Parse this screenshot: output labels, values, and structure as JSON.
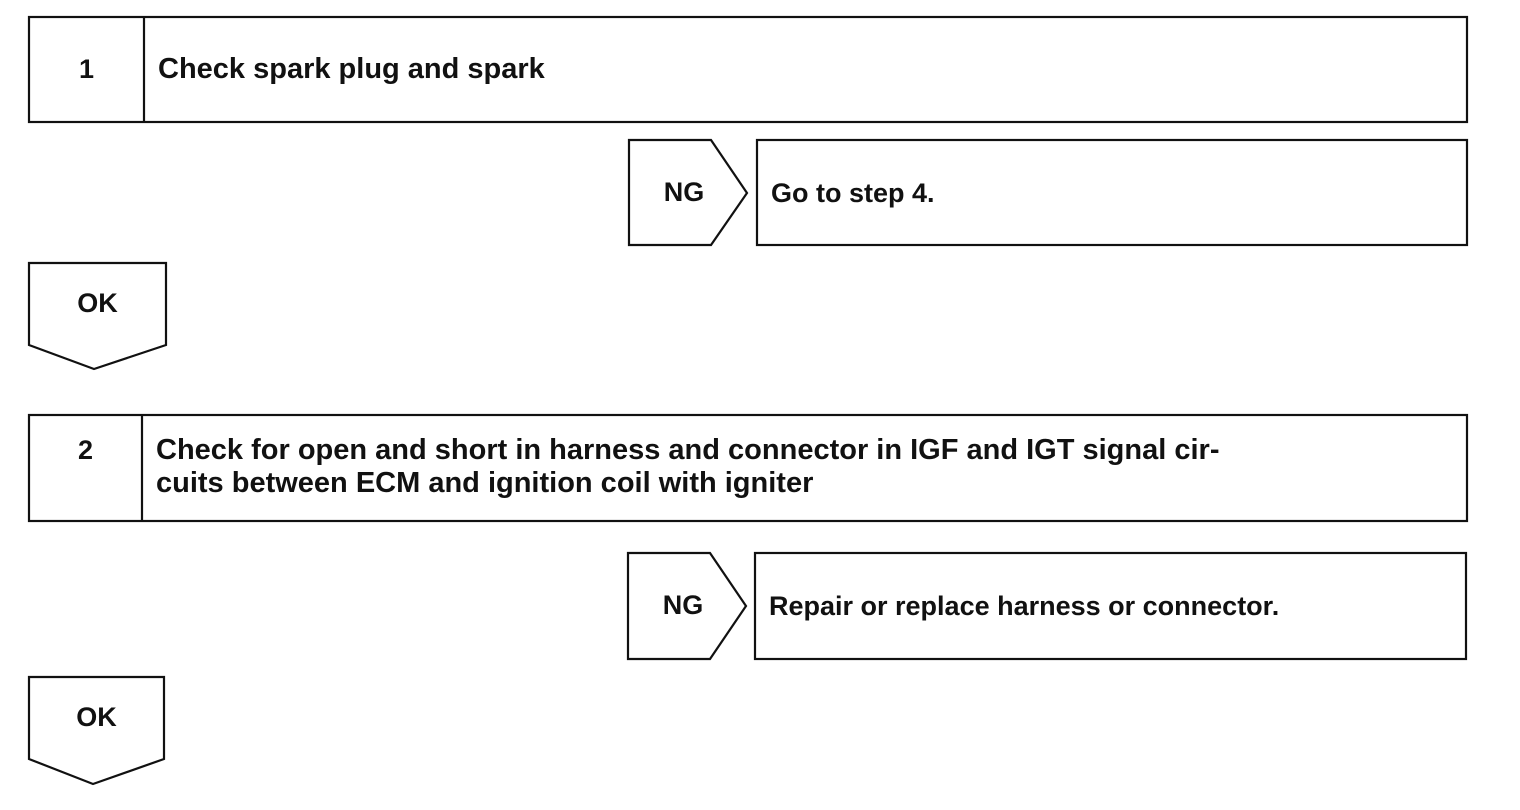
{
  "steps": [
    {
      "number": "1",
      "title": "Check spark plug and spark",
      "ng_label": "NG",
      "ng_result": "Go to step 4.",
      "ok_label": "OK"
    },
    {
      "number": "2",
      "title_line1": "Check for open and short in harness and connector in IGF and IGT signal cir-",
      "title_line2": "cuits between ECM and ignition coil with igniter",
      "ng_label": "NG",
      "ng_result": "Repair or replace harness or connector.",
      "ok_label": "OK"
    }
  ]
}
